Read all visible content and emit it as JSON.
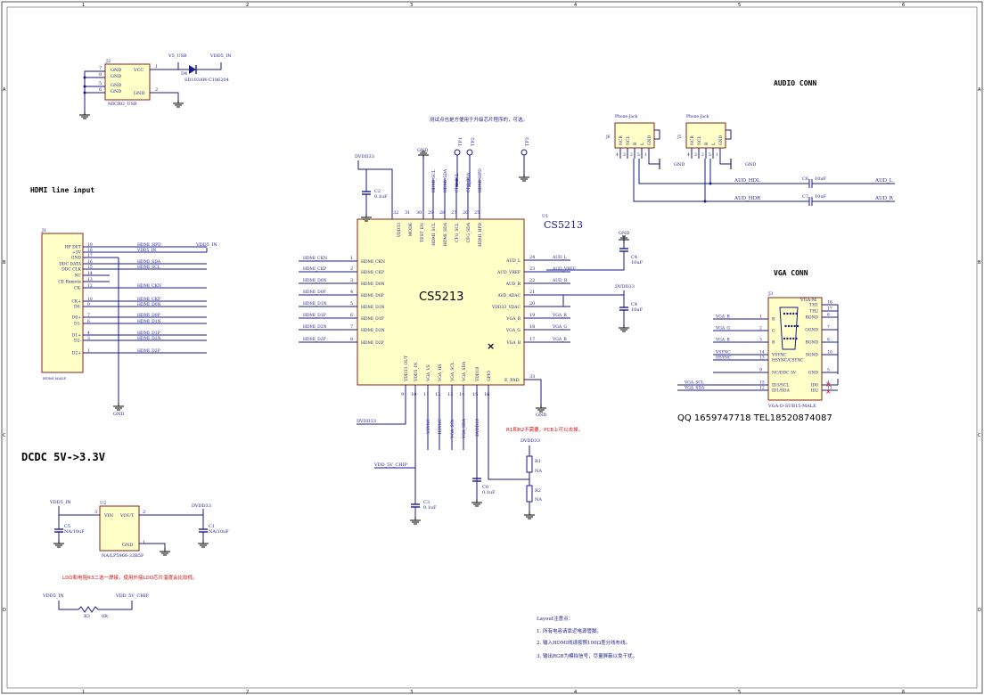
{
  "frame": {
    "cols": [
      "1",
      "2",
      "3",
      "4",
      "5",
      "6"
    ],
    "rows": [
      "A",
      "B",
      "C",
      "D"
    ]
  },
  "headings": {
    "audio_conn": "AUDIO CONN",
    "hdmi_input": "HDMI line input",
    "vga_conn": "VGA CONN",
    "dcdc": "DCDC 5V->3.3V"
  },
  "notes": {
    "test_points": "测试点也是方便用于升级芯片程序的，可选。",
    "r1r2": "R1和R2不需要，PCB上可以去掉。",
    "ldo": "LDO和电阻R3二选一焊接，使用外接LDO芯片温度会比较低。",
    "contact": "QQ 1659747718 TEL18520874087",
    "layout_title": "Layout注意点：",
    "layout_1": "1. 所有电容请靠近电源管脚。",
    "layout_2": "2. 输入HDMI线请按照100Ω差分线布线。",
    "layout_3": "3. 输出RGB为模拟信号，尽量屏蔽以免干扰。"
  },
  "usb": {
    "ref": "J2",
    "name": "MICRO_USB",
    "pins_left": [
      "GND",
      "GND",
      "GND",
      "GND"
    ],
    "pin_nums_left": [
      "7",
      "8",
      "5",
      "6"
    ],
    "pin_vcc": "VCC",
    "pin_gnd": "GND",
    "num_vcc": "1",
    "num_gnd": "2",
    "net_v5": "V5_USB",
    "net_vdd": "VDD5_IN",
    "diode_ref": "D4",
    "diode_part": "SD103AW-C186204"
  },
  "hdmi": {
    "ref": "J1",
    "footer": "HDMI MALE",
    "pins": [
      {
        "num": "19",
        "name": "HP DET",
        "net": "HDMI_HPD"
      },
      {
        "num": "18",
        "name": "+5V",
        "net": "VDD5_IN"
      },
      {
        "num": "17",
        "name": "GND",
        "net": ""
      },
      {
        "num": "16",
        "name": "DDC DATA",
        "net": "HDMI_SDA"
      },
      {
        "num": "15",
        "name": "DDC CLK",
        "net": "HDMI_SCL"
      },
      {
        "num": "14",
        "name": "NC",
        "net": ""
      },
      {
        "num": "13",
        "name": "CE Remote",
        "net": ""
      },
      {
        "num": "12",
        "name": "CK-",
        "net": "HDMI_CKN"
      },
      {
        "num": "10",
        "name": "CK+",
        "net": "HDMI_CKP"
      },
      {
        "num": "9",
        "name": "D0-",
        "net": "HDMI_D0N"
      },
      {
        "num": "7",
        "name": "D0+",
        "net": "HDMI_D0P"
      },
      {
        "num": "6",
        "name": "D1-",
        "net": "HDMI_D1N"
      },
      {
        "num": "4",
        "name": "D1+",
        "net": "HDMI_D1P"
      },
      {
        "num": "3",
        "name": "D2-",
        "net": "HDMI_D2N"
      },
      {
        "num": "1",
        "name": "D2+",
        "net": "HDMI_D2P"
      }
    ],
    "gnd": "GND"
  },
  "u1": {
    "ref": "U1",
    "part": "CS5213",
    "center_label": "CS5213",
    "left_pins": [
      {
        "num": "1",
        "name": "HDMI_CKN",
        "net": "HDMI_CKN"
      },
      {
        "num": "2",
        "name": "HDMI_CKP",
        "net": "HDMI_CKP"
      },
      {
        "num": "3",
        "name": "HDMI_D0N",
        "net": "HDMI_D0N"
      },
      {
        "num": "4",
        "name": "HDMI_D0P",
        "net": "HDMI_D0P"
      },
      {
        "num": "5",
        "name": "HDMI_D1N",
        "net": "HDMI_D1N"
      },
      {
        "num": "6",
        "name": "HDMI_D1P",
        "net": "HDMI_D1P"
      },
      {
        "num": "7",
        "name": "HDMI_D2N",
        "net": "HDMI_D2N"
      },
      {
        "num": "8",
        "name": "HDMI_D2P",
        "net": "HDMI_D2P"
      }
    ],
    "right_pins": [
      {
        "num": "24",
        "name": "AUD_L",
        "net": "AUD_L"
      },
      {
        "num": "23",
        "name": "AUD_VREF",
        "net": "AUD_VREF"
      },
      {
        "num": "22",
        "name": "AUD_R",
        "net": "AUD_R"
      },
      {
        "num": "21",
        "name": "AVD_ADAC",
        "net": ""
      },
      {
        "num": "20",
        "name": "VDD33_VDAC",
        "net": ""
      },
      {
        "num": "19",
        "name": "VGA_R",
        "net": "VGA_R"
      },
      {
        "num": "18",
        "name": "VGA_G",
        "net": "VGA_G"
      },
      {
        "num": "17",
        "name": "VGA_B",
        "net": "VGA_B"
      }
    ],
    "top_pins": [
      {
        "num": "32",
        "name": "VDD33"
      },
      {
        "num": "31",
        "name": "MODE"
      },
      {
        "num": "30",
        "name": "TEST_EN"
      },
      {
        "num": "29",
        "name": "HDMI_SCL"
      },
      {
        "num": "28",
        "name": "HDMI_SDA"
      },
      {
        "num": "27",
        "name": "CFG_SCL"
      },
      {
        "num": "26",
        "name": "CFG_SDA"
      },
      {
        "num": "25",
        "name": "HDMI_HPD"
      }
    ],
    "top_nets": [
      "DVDD33",
      "",
      "",
      "HDMI_SCL",
      "HDMI_SDA",
      "CFG_SCL",
      "CFG_SDA",
      "HDMI_HPD"
    ],
    "bottom_pins": [
      {
        "num": "9",
        "name": "VDD33_OUT"
      },
      {
        "num": "10",
        "name": "VDD5_IN"
      },
      {
        "num": "11",
        "name": "VGA_VS"
      },
      {
        "num": "12",
        "name": "VGA_HS"
      },
      {
        "num": "13",
        "name": "VGA_SCL"
      },
      {
        "num": "14",
        "name": "VGA_SDA"
      },
      {
        "num": "15",
        "name": "VDD18"
      },
      {
        "num": "16",
        "name": "GPIO"
      }
    ],
    "bottom_nets": [
      "DVDD33",
      "",
      "VSYNC",
      "HSYNC",
      "VGA_SCL",
      "VGA_SDA",
      "DVDD18",
      ""
    ],
    "epad_name": "E_PAD",
    "epad_num": "33"
  },
  "audio": {
    "j6": {
      "ref": "J6",
      "title": "Phone Jack",
      "pins": [
        "NCR",
        "NCL",
        "R",
        "L",
        "GND"
      ],
      "nums": [
        "4",
        "3",
        "2",
        "5",
        "1"
      ]
    },
    "j5": {
      "ref": "J5",
      "title": "Phone Jack",
      "pins": [
        "NCR",
        "NCL",
        "R",
        "L",
        "GND"
      ],
      "nums": [
        "4",
        "3",
        "2",
        "5",
        "1"
      ]
    },
    "gnd": "GND",
    "net_hdl": "AUD_HDL",
    "net_hdr": "AUD_HDR",
    "c6": "C6",
    "c7": "C7",
    "cval": "10uF",
    "out_l": "AUD_L",
    "out_r": "AUD_R"
  },
  "vga": {
    "ref": "J3",
    "conn": "VGA-M",
    "footer": "VGA-D-SUB15-MALE",
    "left": [
      {
        "net": "VGA_R",
        "num": "1",
        "name": "R"
      },
      {
        "net": "VGA_G",
        "num": "2",
        "name": "G"
      },
      {
        "net": "VGA_B",
        "num": "3",
        "name": "B"
      },
      {
        "net": "VSYNC",
        "num": "14",
        "name": "VSYNC"
      },
      {
        "net": "HSYNC",
        "num": "13",
        "name": "HSYNC/CSYNC"
      },
      {
        "net": "",
        "num": "9",
        "name": "NC/DDC 5V"
      },
      {
        "net": "VGA_SCL",
        "num": "15",
        "name": "ID3/SCL"
      },
      {
        "net": "VGA_SDA",
        "num": "12",
        "name": "ID1/SDA"
      }
    ],
    "right": [
      {
        "num": "16",
        "name": "TH1"
      },
      {
        "num": "17",
        "name": "TH2"
      },
      {
        "num": "6",
        "name": "RGND"
      },
      {
        "num": "7",
        "name": "GGND"
      },
      {
        "num": "8",
        "name": "BGND"
      },
      {
        "num": "10",
        "name": "SGND"
      },
      {
        "num": "5",
        "name": "GND"
      },
      {
        "num": "4",
        "name": "ID0"
      },
      {
        "num": "11",
        "name": "ID2"
      }
    ]
  },
  "parts": {
    "c2": {
      "ref": "C2",
      "val": "0.1uF"
    },
    "c4": {
      "ref": "C4",
      "val": "10uF"
    },
    "c4b": {
      "ref": "C4",
      "val": "10uF"
    },
    "c3": {
      "ref": "C3",
      "val": "0.1uF"
    },
    "c8": {
      "ref": "C8",
      "val": "0.1uF"
    },
    "c5": {
      "ref": "C5",
      "val": "NA/10uF"
    },
    "c1": {
      "ref": "C1",
      "val": "NA/10uF"
    },
    "r1": {
      "ref": "R1",
      "val": "NA"
    },
    "r2": {
      "ref": "R2",
      "val": "NA"
    },
    "r3": {
      "ref": "R3",
      "val": "0R"
    },
    "tp1": "TP1",
    "tp2": "TP2",
    "tp3": "TP3"
  },
  "nets": {
    "dvdd33": "DVDD33",
    "gnd": "GND",
    "vdd5_in": "VDD5_IN",
    "vdd5_chip": "VDD_5V_CHIP",
    "vdd5_chip2": "VDD_5V_CHIP",
    "dvdd18": "DVDD18"
  },
  "u2": {
    "ref": "U2",
    "pin_vin": "VIN",
    "pin_vout": "VOUT",
    "pin_gnd": "GND",
    "n_in": "3",
    "n_out": "2",
    "n_gnd": "1",
    "part": "NA/LP5966-33B5F"
  }
}
